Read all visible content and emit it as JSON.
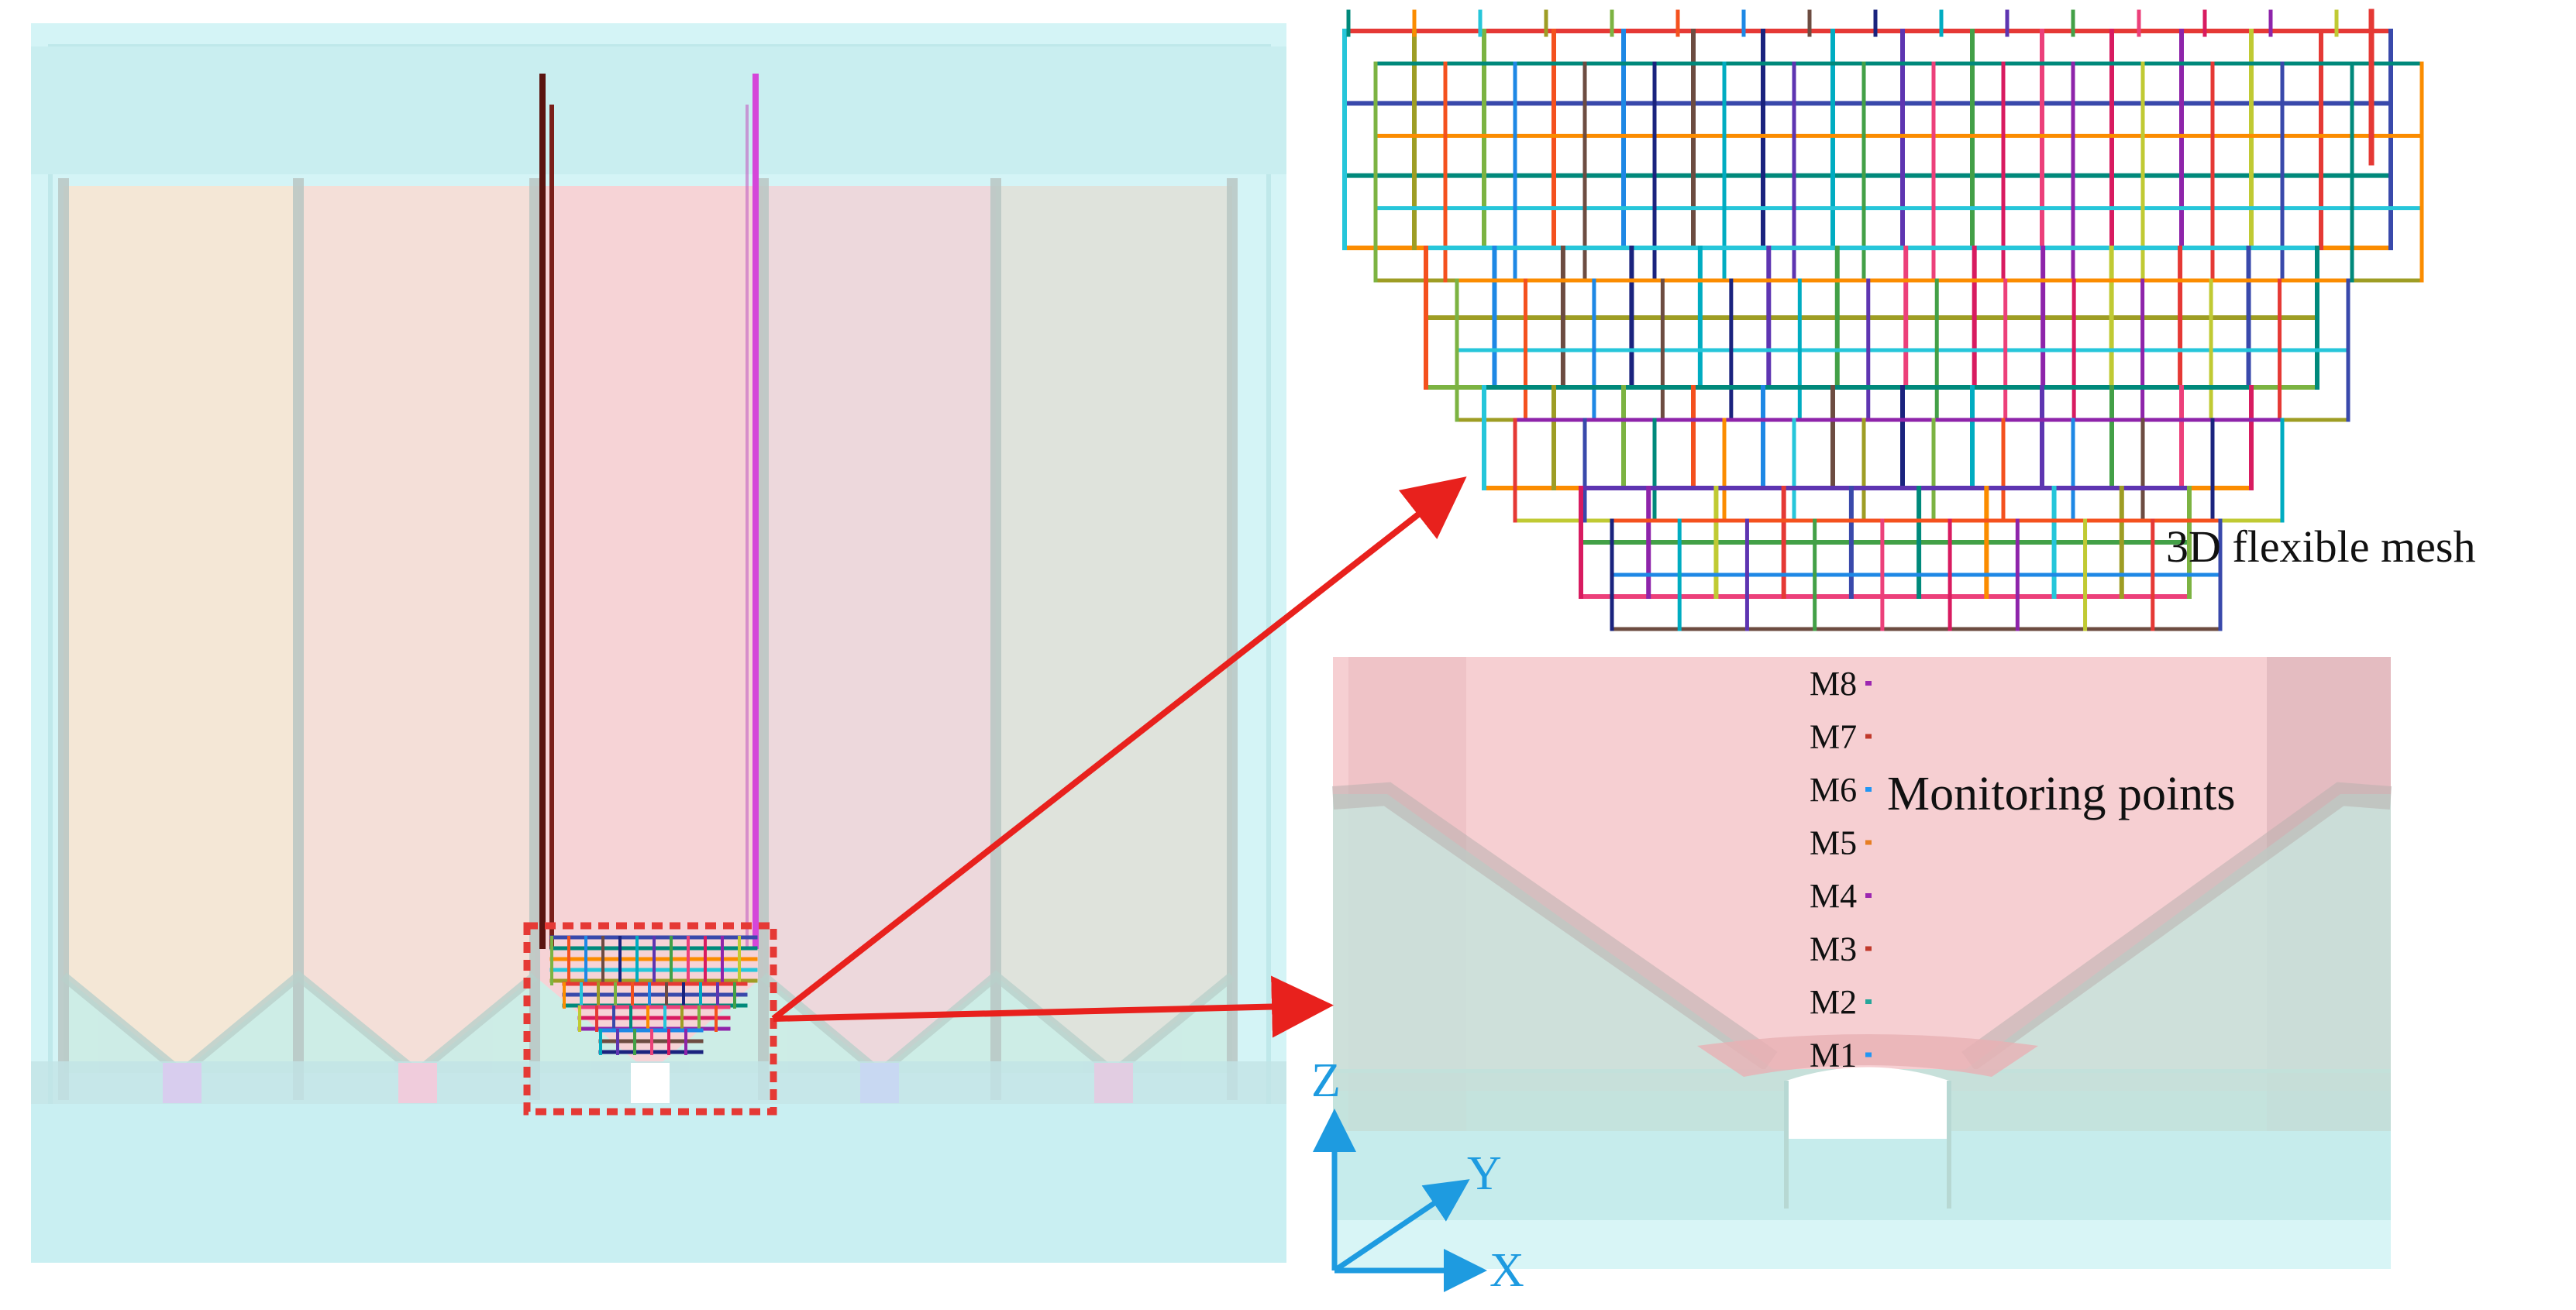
{
  "labels": {
    "mesh": "3D flexible mesh",
    "monitoring": "Monitoring points"
  },
  "monitoring_points": [
    {
      "label": "M8",
      "color": "#9c27b0"
    },
    {
      "label": "M7",
      "color": "#c0392b"
    },
    {
      "label": "M6",
      "color": "#2196f3"
    },
    {
      "label": "M5",
      "color": "#e67e22"
    },
    {
      "label": "M4",
      "color": "#9c27b0"
    },
    {
      "label": "M3",
      "color": "#c0392b"
    },
    {
      "label": "M2",
      "color": "#26a69a"
    },
    {
      "label": "M1",
      "color": "#2196f3"
    }
  ],
  "axes": {
    "z": "Z",
    "y": "Y",
    "x": "X",
    "color": "#1e9be0"
  },
  "colors": {
    "tank": "#d4f4f6",
    "tank_frame": "#b6e4e7",
    "bin_left": "#f6e6d4",
    "bin_mid_left": "#f6ddd6",
    "bin_center": "#f8d1d4",
    "bin_mid_right": "#eed6da",
    "bin_right": "#dfe2da",
    "highlight": "#e53935",
    "arrow": "#e8211d"
  },
  "mesh_palette": [
    "#e53935",
    "#43a047",
    "#1e88e5",
    "#fb8c00",
    "#8e24aa",
    "#00acc1",
    "#7cb342",
    "#3949ab",
    "#ec407a",
    "#6d4c41",
    "#26c6da",
    "#c0ca33",
    "#5e35b1",
    "#f4511e",
    "#00897b",
    "#d81b60",
    "#1a237e",
    "#9e9d24"
  ]
}
